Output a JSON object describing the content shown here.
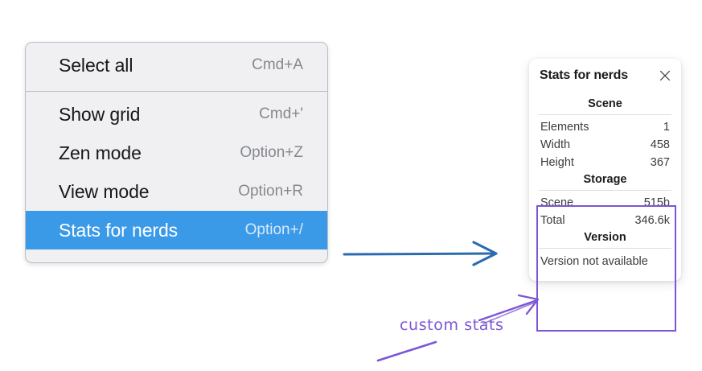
{
  "menu": {
    "groups": [
      {
        "items": [
          {
            "label": "Select all",
            "shortcut": "Cmd+A",
            "selected": false
          }
        ]
      },
      {
        "items": [
          {
            "label": "Show grid",
            "shortcut": "Cmd+'",
            "selected": false
          },
          {
            "label": "Zen mode",
            "shortcut": "Option+Z",
            "selected": false
          },
          {
            "label": "View mode",
            "shortcut": "Option+R",
            "selected": false
          },
          {
            "label": "Stats for nerds",
            "shortcut": "Option+/",
            "selected": true
          }
        ]
      }
    ]
  },
  "stats_panel": {
    "title": "Stats for nerds",
    "close_icon": "close-icon",
    "sections": [
      {
        "heading": "Scene",
        "rows": [
          {
            "key": "Elements",
            "value": "1"
          },
          {
            "key": "Width",
            "value": "458"
          },
          {
            "key": "Height",
            "value": "367"
          }
        ]
      },
      {
        "heading": "Storage",
        "rows": [
          {
            "key": "Scene",
            "value": "515b"
          },
          {
            "key": "Total",
            "value": "346.6k"
          }
        ]
      },
      {
        "heading": "Version",
        "note": "Version not available"
      }
    ]
  },
  "annotations": {
    "custom_stats_label": "custom stats",
    "flow_arrow_color": "#2b6cb0",
    "highlight_color": "#7c56d6"
  },
  "colors": {
    "menu_background": "#f0f0f2",
    "menu_border": "#b9bfc8",
    "selected_row": "#3b9ae8",
    "selected_text": "#ffffff",
    "shortcut_text": "#85888e",
    "panel_background": "#ffffff",
    "annotation_purple": "#7c56d6",
    "arrow_blue": "#2b6cb0"
  }
}
